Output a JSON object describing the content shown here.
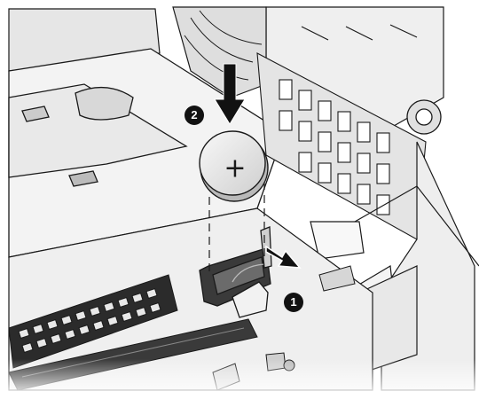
{
  "steps": [
    {
      "number": "1",
      "action": "pull-retaining-clip"
    },
    {
      "number": "2",
      "action": "press-battery-down"
    }
  ],
  "battery": {
    "symbol": "+"
  },
  "colors": {
    "line": "#1a1a1a",
    "chassis_light": "#f2f2f2",
    "chassis_mid": "#dcdcdc",
    "chassis_shadow": "#c4c4c4",
    "holder_dark": "#3a3a3a",
    "badge": "#111111"
  }
}
